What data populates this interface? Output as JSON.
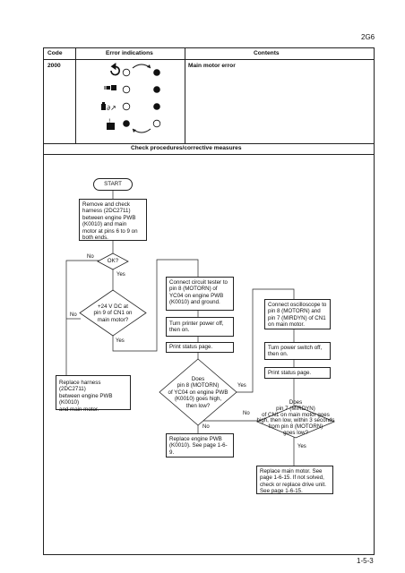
{
  "page_ref": "2G6",
  "page_number": "1-5-3",
  "table": {
    "col_code": "Code",
    "col_error": "Error indications",
    "col_contents": "Contents",
    "code": "2000",
    "contents": "Main motor error",
    "check_header": "Check procedures/corrective measures"
  },
  "flow": {
    "start": "START",
    "step_remove": [
      "Remove and check",
      "harness (2DC2711)",
      "between engine PWB",
      "(K0010) and main",
      "motor at pins 6 to 9 on",
      "both ends."
    ],
    "q_ok": "OK?",
    "q_24v": [
      "+24 V DC at",
      "pin 9 of CN1 on",
      "main motor?"
    ],
    "step_replace_harness": [
      "Replace harness (2DC2711)",
      "between engine PWB (K0010)",
      "and main motor."
    ],
    "step_connect_tester": [
      "Connect circuit tester to",
      "pin 8 (MOTORN) of",
      "YC04 on engine PWB",
      "(K0010) and ground."
    ],
    "step_turn_off_on": [
      "Turn printer power off,",
      "then on."
    ],
    "step_print_status_1": "Print status page.",
    "q_motorn": [
      "Does",
      "pin 8 (MOTORN)",
      "of YC04 on engine PWB",
      "(K0010) goes high,",
      "then low?"
    ],
    "step_replace_pwb": [
      "Replace engine PWB",
      "(K0010). See page 1-6-",
      "9."
    ],
    "step_connect_osc": [
      "Connect oscilloscope to",
      "pin 8 (MOTORN) and",
      "pin 7 (MIRDYN) of CN1",
      "on main motor."
    ],
    "step_turn_switch": [
      "Turn power switch off,",
      "then on."
    ],
    "step_print_status_2": "Print status page.",
    "q_mirdyn": [
      "Does",
      "pin 7 (MIRDYN)",
      "of CN1 on main motor goes",
      "high, then low, within 3 seconds",
      "from pin 8 (MOTORN)",
      "goes low?"
    ],
    "step_replace_motor": [
      "Replace main motor. See",
      "page 1-6-15. If not solved,",
      "check or replace drive unit.",
      "See page 1-6-15."
    ],
    "yes": "Yes",
    "no": "No"
  }
}
